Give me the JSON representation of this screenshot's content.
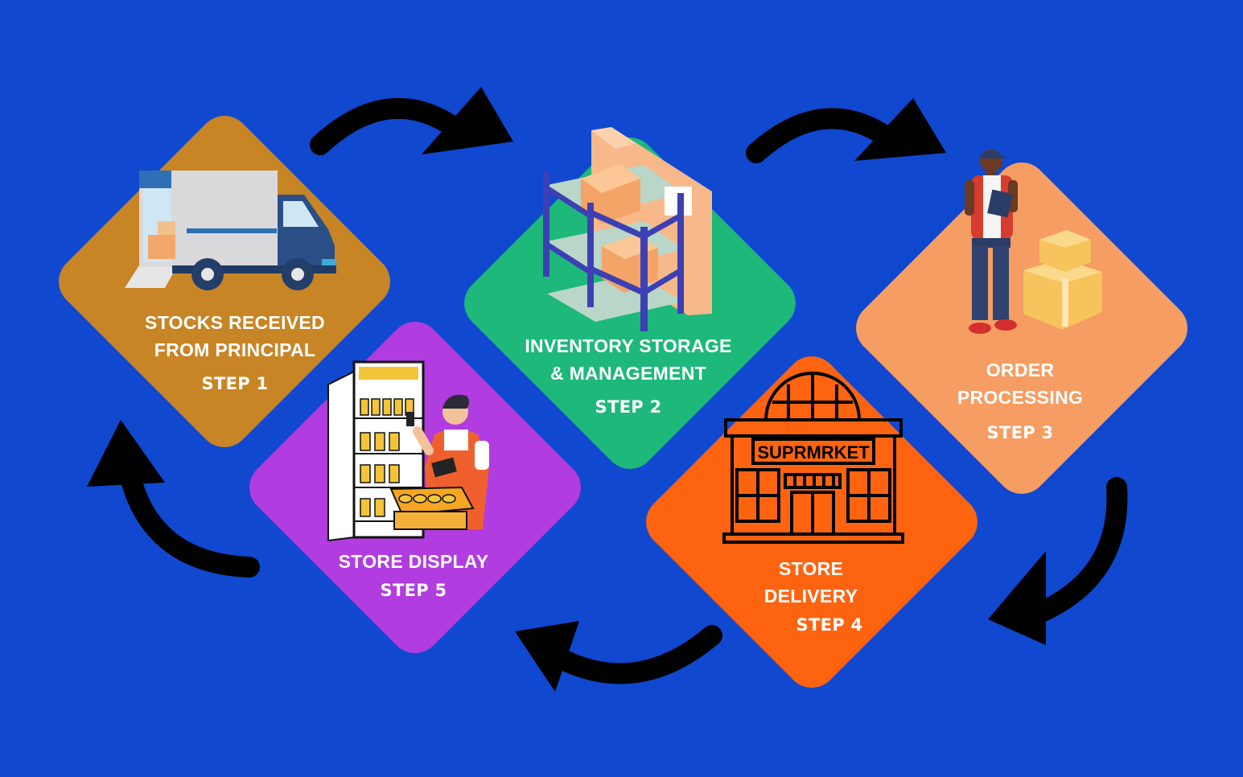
{
  "colors": {
    "background": "#1048cf",
    "step1": "#c88525",
    "step2": "#1db87a",
    "step3": "#f59d62",
    "step4": "#fe6410",
    "step5": "#b13ce0",
    "arrow": "#000000"
  },
  "steps": [
    {
      "title_line1": "STOCKS RECEIVED",
      "title_line2": "FROM PRINCIPAL",
      "step": "STEP 1",
      "icon": "delivery-truck-icon"
    },
    {
      "title_line1": "INVENTORY STORAGE",
      "title_line2": "& MANAGEMENT",
      "step": "STEP 2",
      "icon": "warehouse-shelf-icon"
    },
    {
      "title_line1": "ORDER",
      "title_line2": "PROCESSING",
      "step": "STEP 3",
      "icon": "courier-with-boxes-icon"
    },
    {
      "title_line1": "STORE",
      "title_line2": "DELIVERY",
      "step": "STEP 4",
      "icon": "supermarket-icon"
    },
    {
      "title_line1": "STORE DISPLAY",
      "title_line2": "",
      "step": "STEP 5",
      "icon": "shelf-stocker-icon"
    }
  ],
  "supermarket_sign": "SUPRMRKET"
}
